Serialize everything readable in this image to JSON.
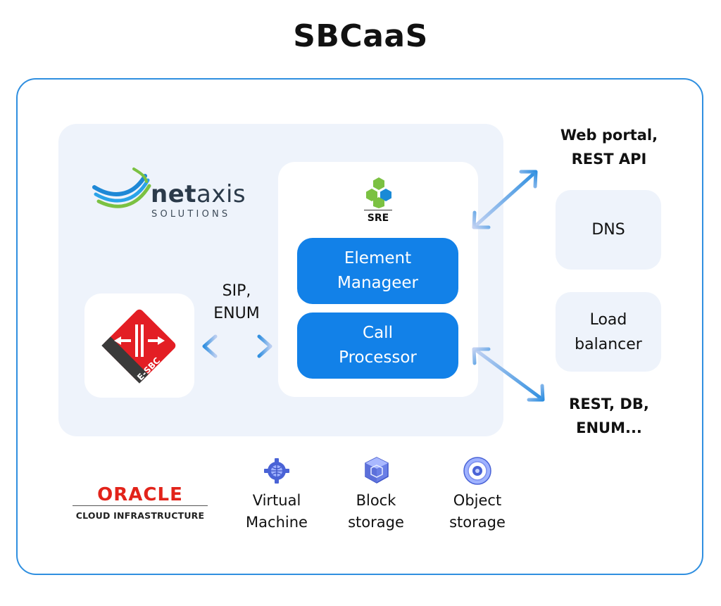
{
  "title": "SBCaaS",
  "vendor_logo": {
    "name_bold": "net",
    "name_light": "axis",
    "tagline": "SOLUTIONS"
  },
  "sre_logo": {
    "label": "SRE"
  },
  "components": {
    "element_manager": {
      "line1": "Element",
      "line2": "Manageer"
    },
    "call_processor": {
      "line1": "Call",
      "line2": "Processor"
    }
  },
  "esbc_badge": {
    "label": "E-SBC"
  },
  "links": {
    "sip_enum": {
      "line1": "SIP,",
      "line2": "ENUM"
    },
    "web_portal": {
      "line1": "Web portal,",
      "line2": "REST API"
    },
    "rest_db_enum": {
      "line1": "REST, DB,",
      "line2": "ENUM..."
    }
  },
  "side_services": {
    "dns": {
      "label": "DNS"
    },
    "load_balancer": {
      "line1": "Load",
      "line2": "balancer"
    }
  },
  "cloud_provider": {
    "name": "ORACLE",
    "subtitle": "CLOUD INFRASTRUCTURE"
  },
  "infrastructure": {
    "virtual_machine": {
      "line1": "Virtual",
      "line2": "Machine",
      "icon": "gear-globe-icon"
    },
    "block_storage": {
      "line1": "Block",
      "line2": "storage",
      "icon": "cube-icon"
    },
    "object_storage": {
      "line1": "Object",
      "line2": "storage",
      "icon": "disc-icon"
    }
  },
  "colors": {
    "frame_border": "#2f8fe0",
    "panel_bg": "#eef3fb",
    "primary_blue": "#1281e8",
    "esbc_red": "#e31e24",
    "oracle_red": "#e2231a",
    "sre_green": "#7bc142"
  }
}
